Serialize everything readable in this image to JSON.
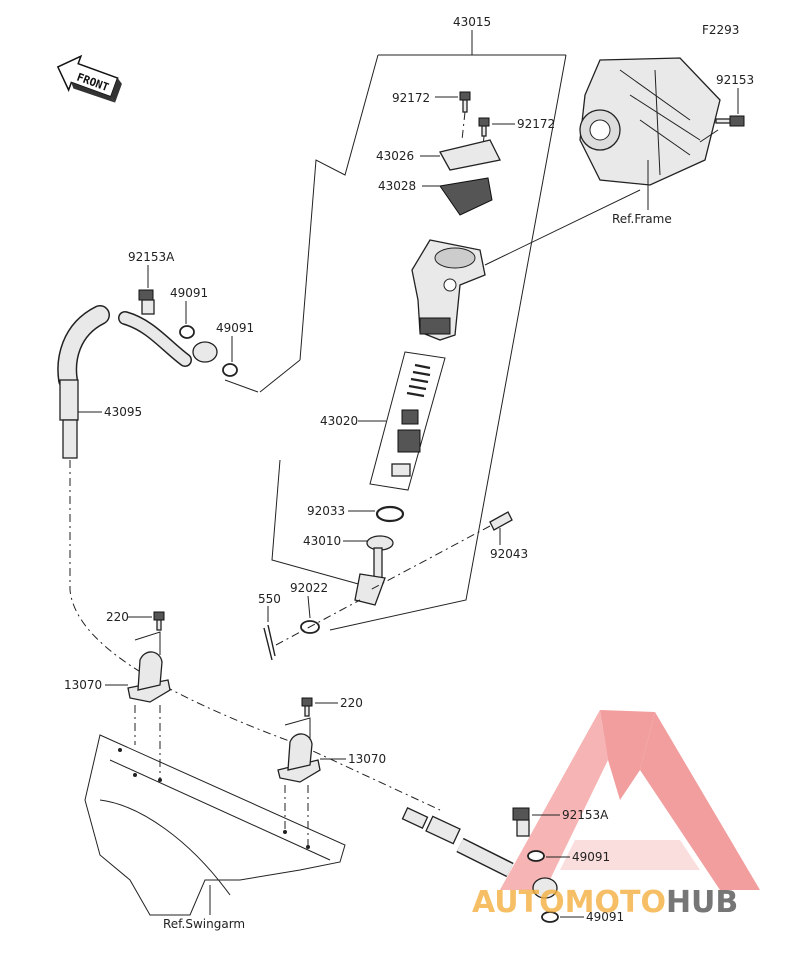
{
  "diagram": {
    "code": "F2293",
    "front_label": "FRONT",
    "refs": {
      "frame": "Ref.Frame",
      "swingarm": "Ref.Swingarm"
    },
    "parts": {
      "p43015": "43015",
      "p92172a": "92172",
      "p92172b": "92172",
      "p43026": "43026",
      "p43028": "43028",
      "p92153": "92153",
      "p92153A_top": "92153A",
      "p49091_a": "49091",
      "p49091_b": "49091",
      "p43095": "43095",
      "p43020": "43020",
      "p92033": "92033",
      "p43010": "43010",
      "p92043": "92043",
      "p550": "550",
      "p92022": "92022",
      "p220_a": "220",
      "p13070_a": "13070",
      "p220_b": "220",
      "p13070_b": "13070",
      "p92153A_bot": "92153A",
      "p49091_c": "49091",
      "p49091_d": "49091"
    }
  },
  "watermark": {
    "part1": "AUTOMOTO",
    "part2": "HUB"
  },
  "colors": {
    "watermark_red": "#e8504f",
    "watermark_orange": "#f4b041",
    "watermark_gray": "#555555",
    "line": "#222222"
  }
}
